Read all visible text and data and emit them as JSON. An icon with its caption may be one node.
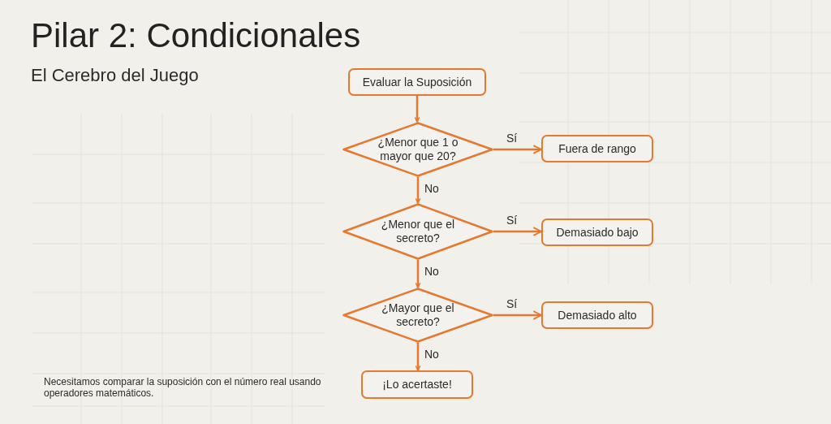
{
  "diagram": {
    "title": "Pilar 2: Condicionales",
    "nodes": [
      {
        "text": [
          "Evaluar la Suposición"
        ]
      },
      {
        "text": [
          "¿Menor que 1 o mayor que 20?"
        ]
      },
      {
        "text": [
          "Fuera de rango"
        ]
      },
      {
        "text": [
          "¿Menor que el secreto?"
        ]
      },
      {
        "text": [
          "Demasiado bajo"
        ]
      },
      {
        "text": [
          "¿Mayor que el secreto?"
        ]
      },
      {
        "text": [
          "Demasiado alto"
        ]
      },
      {
        "text": [
          "¡Lo acertaste!"
        ]
      }
    ],
    "edges": [
      {
        "from": 0,
        "to": 1,
        "arrow": "to"
      },
      {
        "from": 1,
        "to": 2,
        "arrow": "to",
        "label": "Sí"
      },
      {
        "from": 1,
        "to": 3,
        "arrow": "to",
        "label": "No"
      },
      {
        "from": 3,
        "to": 4,
        "arrow": "to",
        "label": "Sí"
      },
      {
        "from": 3,
        "to": 5,
        "arrow": "to",
        "label": "No"
      },
      {
        "from": 5,
        "to": 6,
        "arrow": "to",
        "label": "Sí"
      },
      {
        "from": 5,
        "to": 7,
        "arrow": "to",
        "label": "No"
      }
    ],
    "labels": [
      "El Cerebro del Juego",
      "Necesitamos comparar la suposición con el número real usando operadores matemáticos."
    ]
  }
}
